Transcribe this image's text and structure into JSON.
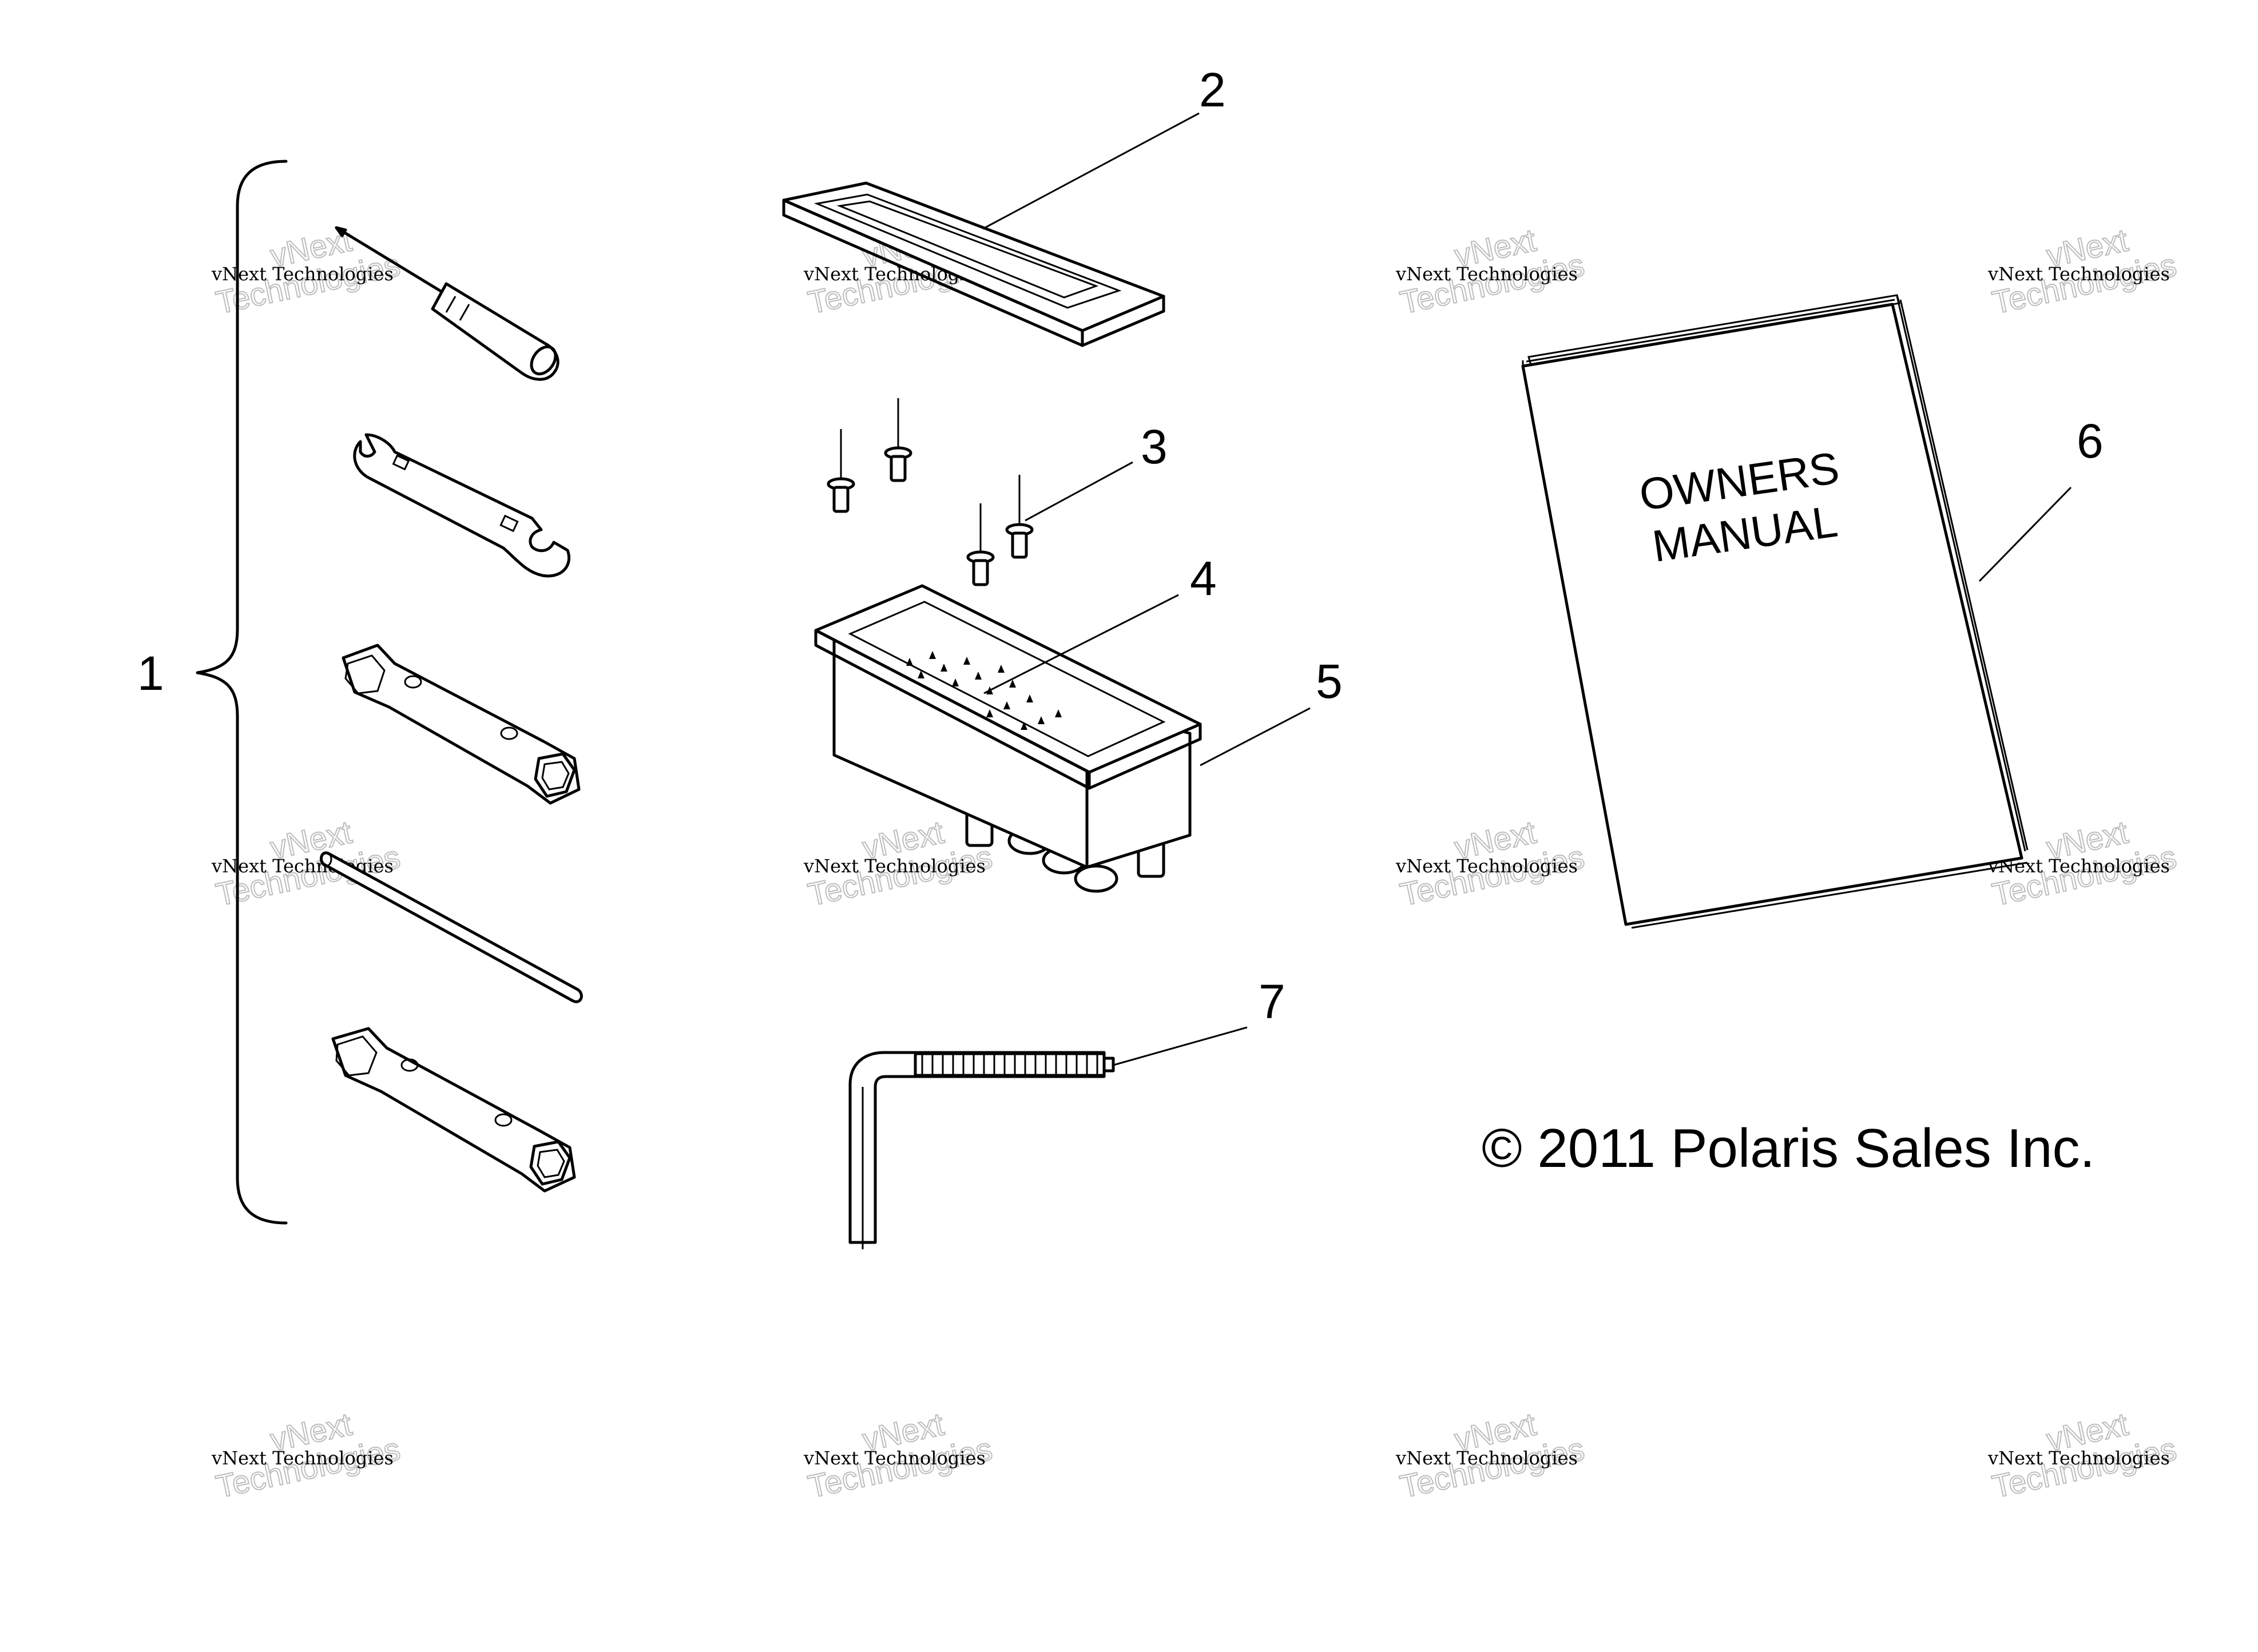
{
  "callouts": [
    "1",
    "2",
    "3",
    "4",
    "5",
    "6",
    "7"
  ],
  "manual_cover": {
    "line1": "OWNERS",
    "line2": "MANUAL"
  },
  "copyright": "© 2011 Polaris Sales Inc.",
  "watermark": {
    "line1": "vNext Technologies",
    "line2": "vNext",
    "line3": "Technologies"
  }
}
